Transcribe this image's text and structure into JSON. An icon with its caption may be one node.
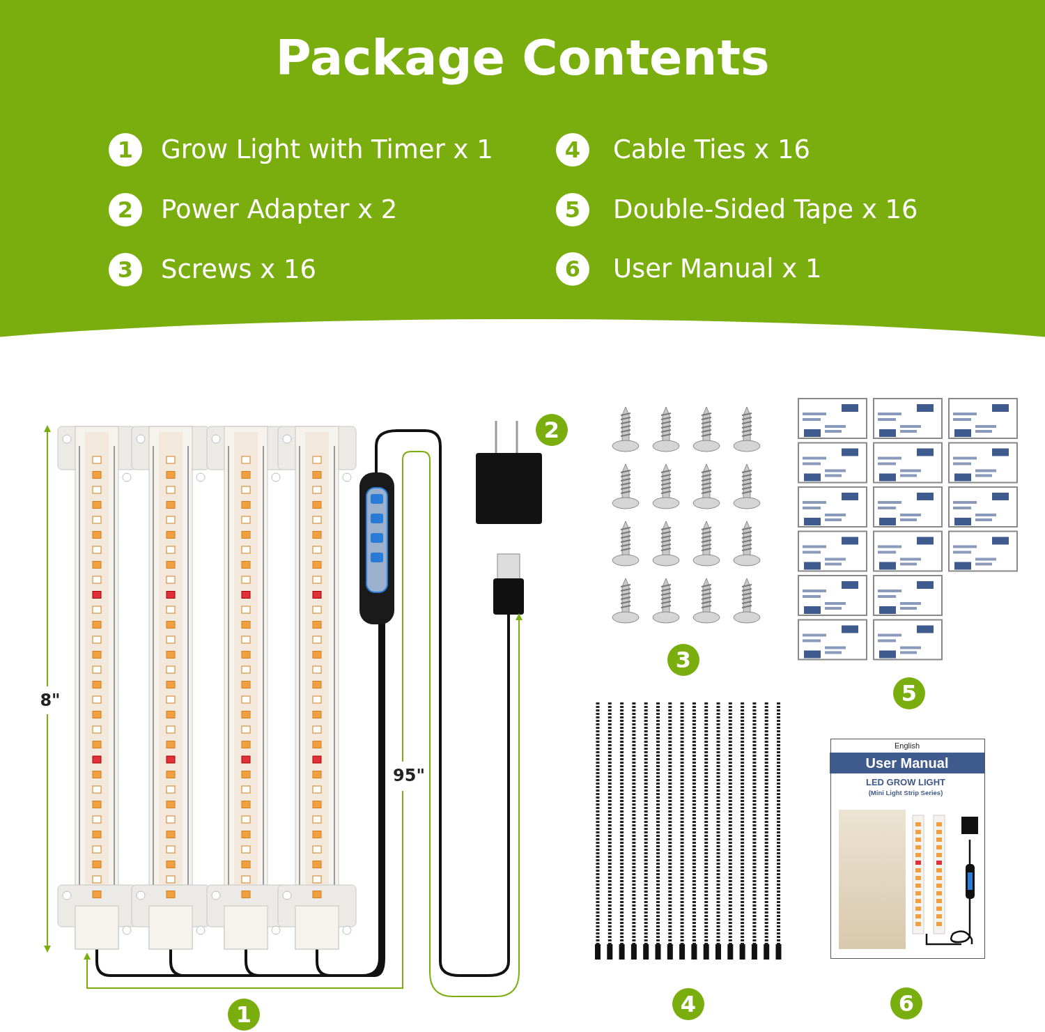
{
  "diagram": {
    "title": "Package Contents",
    "labels": [
      "1",
      "Grow Light with Timer x 1",
      "4",
      "Cable Ties x 16",
      "2",
      "Power Adapter x 2",
      "5",
      "Double-Sided Tape x 16",
      "3",
      "Screws x 16",
      "6",
      "User Manual x 1",
      "2",
      "8\"",
      "95\"",
      "3",
      "5",
      "English",
      "User Manual",
      "LED GROW LIGHT",
      "(Mini Light Strip Series)",
      "4",
      "6",
      "1"
    ]
  }
}
